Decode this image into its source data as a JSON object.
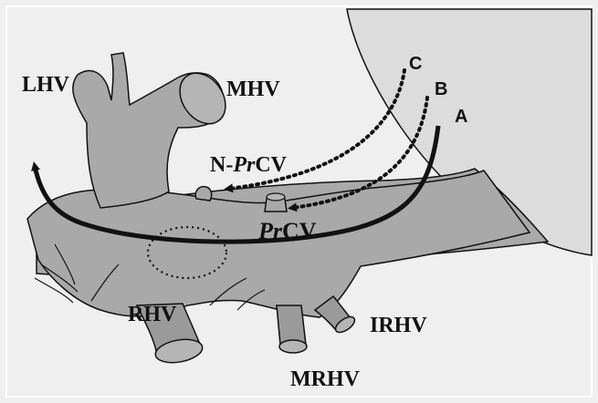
{
  "labels": {
    "lhv": "LHV",
    "mhv": "MHV",
    "nprcv_prefix": "N-",
    "nprcv_italic": "Pr",
    "nprcv_suffix": "CV",
    "prcv_italic": "Pr",
    "prcv_suffix": "CV",
    "rhv": "RHV",
    "irhv": "IRHV",
    "mrhv": "MRHV"
  },
  "routes": {
    "a": "A",
    "b": "B",
    "c": "C"
  },
  "colors": {
    "background": "#efefef",
    "organ_fill": "#a9a9a9",
    "vessel_fill": "#9a9a9a",
    "outline": "#111111",
    "upper_right_region": "#dcdcdc"
  }
}
